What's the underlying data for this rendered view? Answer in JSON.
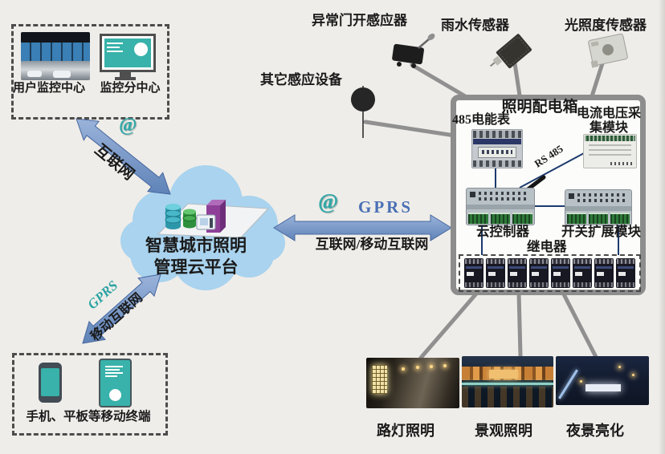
{
  "colors": {
    "background": "#efede9",
    "teal_accent": "#35b0a8",
    "arrow_blue": "#7d9ecf",
    "cloud_blue": "#a9d3ee",
    "gprs_text_blue": "#4a6fb5",
    "cabinet_border_grey": "#8d8d8d"
  },
  "monitoring_center": {
    "user_center_label": "用户监控中心",
    "sub_center_label": "监控分中心"
  },
  "cloud_platform": {
    "title_line1": "智慧城市照明",
    "title_line2": "管理云平台"
  },
  "links": {
    "at_symbol": "@",
    "internet_label": "互联网",
    "gprs_label": "GPRS",
    "mobile_internet_label": "移动互联网",
    "internet_or_mobile_label": "互联网/移动互联网"
  },
  "mobile_terminals": {
    "label": "手机、平板等移动终端"
  },
  "sensors": {
    "door_label": "异常门开感应器",
    "other_label": "其它感应设备",
    "rain_label": "雨水传感器",
    "light_label": "光照度传感器"
  },
  "cabinet": {
    "title": "照明配电箱",
    "meter_label": "485电能表",
    "acquisition_label": "电流电压采集模块",
    "rs485_label": "RS 485",
    "controller_label": "云控制器",
    "expansion_label": "开关扩展模块",
    "relay_label": "继电器",
    "relay_count": 8
  },
  "outputs": [
    {
      "label": "路灯照明"
    },
    {
      "label": "景观照明"
    },
    {
      "label": "夜景亮化"
    }
  ]
}
